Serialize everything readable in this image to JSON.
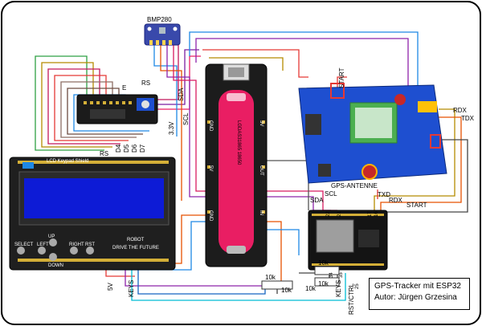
{
  "modules": {
    "bmp280": "BMP280",
    "gps_antenna": "GPS-ANTENNE",
    "lcd_brand": "ROBOT",
    "lcd_slogan": "DRIVE THE FUTURE",
    "lcd_title": "LCD Keypad Shield",
    "keys": [
      "SELECT",
      "LEFT",
      "UP",
      "DOWN",
      "RIGHT",
      "RST"
    ],
    "battery_text": "LGDAS31865 18650",
    "board_pins": [
      "GND",
      "5V",
      "GND",
      "3V",
      "OUT",
      "IN"
    ]
  },
  "signals": {
    "sda": "SDA",
    "scl": "SCL",
    "v33": "3.3V",
    "v5": "5V",
    "keys": "KEYS",
    "rs": "RS",
    "e": "E",
    "d4": "D4",
    "d5": "D5",
    "d6": "D6",
    "d7": "D7",
    "start": "START",
    "rdx": "RDX",
    "tdx": "TDX",
    "txd": "TXD",
    "rst_ctrl": "RST/CTRL",
    "r10k_a": "10k",
    "r10k_b": "10k",
    "r10k_c": "10k",
    "r10k_d": "10k",
    "r10k_e": "10k"
  },
  "esp_pins": [
    "21",
    "22",
    "17",
    "16",
    "34",
    "35",
    "25"
  ],
  "credit": {
    "line1": "GPS-Tracker mit ESP32",
    "line2": "Autor: Jürgen Grzesina"
  }
}
